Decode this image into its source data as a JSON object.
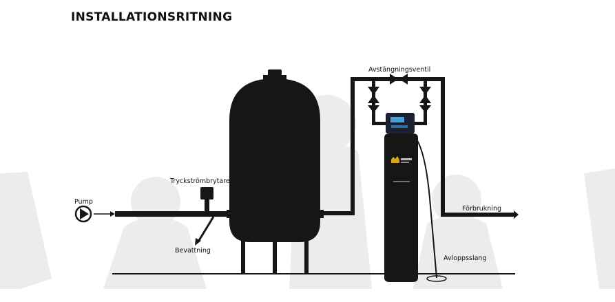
{
  "title": "INSTALLATIONSRITNING",
  "labels": {
    "pump": "Pump",
    "pressure_switch": "Tryckströmbrytare",
    "irrigation": "Bevattning",
    "shutoff_valve": "Avstängningsventil",
    "consumption": "Förbrukning",
    "drain_hose": "Avloppsslang"
  },
  "colors": {
    "equipment": "#161616",
    "background_shapes": "#ececec",
    "text": "#111111"
  }
}
